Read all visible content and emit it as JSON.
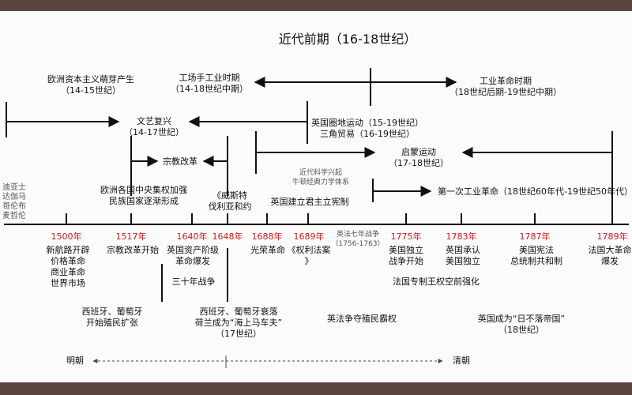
{
  "title": "近代前期（16-18世纪）",
  "top_periods": {
    "capitalism_sprouts": "欧洲资本主义萌芽产生",
    "capitalism_sprouts_range": "（14-15世纪）",
    "manual_workshop": "工场手工业时期",
    "manual_workshop_range": "（14-18世纪中期）",
    "industrial_rev_period": "工业革命时期",
    "industrial_rev_period_range": "（18世纪后期-19世纪中期）",
    "renaissance": "文艺复兴",
    "renaissance_range": "（14-17世纪）",
    "enclosure": "英国圈地运动（15-19世纪）",
    "triangular_trade": "三角贸易（16-19世纪）",
    "enlightenment": "启蒙运动",
    "enlightenment_range": "（17-18世纪）",
    "reformation": "宗教改革",
    "centralization_1": "欧洲各国中央集权加强",
    "centralization_2": "民族国家逐渐形成",
    "shakespeare_1": "《威斯特",
    "shakespeare_2": "伐利亚和约",
    "science_1": "近代科学兴起",
    "science_2": "牛顿经典力学体系",
    "const_monarchy": "英国建立君主立宪制",
    "first_industrial_rev": "第一次工业革命（18世纪60年代-19世纪50年代）"
  },
  "side_names": [
    "迪亚士",
    "达伽马",
    "哥伦布",
    "麦哲伦"
  ],
  "years": [
    "1500年",
    "1517年",
    "1640年",
    "1648年",
    "1688年",
    "1689年",
    "1775年",
    "1783年",
    "1787年",
    "1789年"
  ],
  "seven_years_war": "英法七年战争",
  "seven_years_war_range": "（1756-1763）",
  "events_below": {
    "e1500": [
      "新航路开辟",
      "价格革命",
      "商业革命",
      "世界市场"
    ],
    "e1517": "宗教改革开始",
    "e1640": [
      "英国资产阶级",
      "革命爆发"
    ],
    "e1688": "光荣革命",
    "e1689": "《权利法案",
    "e1689_b": "》",
    "e1775": [
      "美国独立",
      "战争开始"
    ],
    "e1783": [
      "英国承认",
      "美国独立"
    ],
    "e1787": [
      "美国宪法",
      "总统制共和制"
    ],
    "e1789": [
      "法国大革命",
      "爆发"
    ],
    "thirty_years_war": "三十年战争",
    "french_monarchy": "法国专制王权空前强化",
    "spain_portugal_expand": [
      "西班牙、葡萄牙",
      "开始殖民扩张"
    ],
    "spain_portugal_decline": [
      "西班牙、葡萄牙衰落",
      "荷兰成为“海上马车夫”",
      "（17世纪）"
    ],
    "anglo_french": "英法争夺殖民霸权",
    "british_empire": [
      "英国成为“日不落帝国”",
      "（18世纪）"
    ]
  },
  "dynasties": {
    "ming": "明朝",
    "qing": "清朝"
  },
  "colors": {
    "year_red": "#d01818",
    "slide_bg": "#fbfbfb",
    "frame": "#5a4540"
  }
}
